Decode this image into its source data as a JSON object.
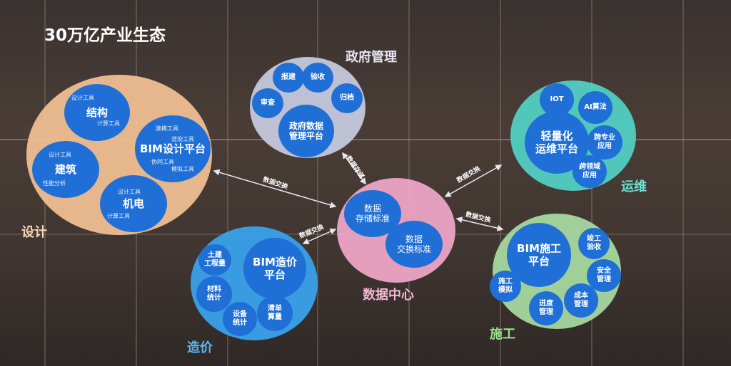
{
  "title": "30万亿产业生态",
  "clusters": {
    "design": {
      "label": "设计",
      "color": "#f4c194",
      "platform": "BIM设计平台",
      "platform_tools": [
        "建模工具",
        "协同工具",
        "模拟工具",
        "渲染工具"
      ],
      "nodes": [
        {
          "name": "结构",
          "tools": [
            "设计工具",
            "计算工具"
          ]
        },
        {
          "name": "建筑",
          "tools": [
            "设计工具",
            "性能分析"
          ]
        },
        {
          "name": "机电",
          "tools": [
            "设计工具",
            "计算工具"
          ]
        }
      ]
    },
    "government": {
      "label": "政府管理",
      "color": "#c9cde2",
      "platform": "政府数据\n管理平台",
      "nodes": [
        "报建",
        "验收",
        "归档",
        "审查"
      ]
    },
    "operations": {
      "label": "运维",
      "color": "#52d4c8",
      "platform": "轻量化\n运维平台",
      "nodes": [
        "IOT",
        "AI算法",
        "跨专业\n应用",
        "跨领域\n应用"
      ]
    },
    "construction": {
      "label": "施工",
      "color": "#a9dca2",
      "platform": "BIM施工\n平台",
      "nodes": [
        "竣工\n验收",
        "安全\n管理",
        "成本\n管理",
        "进度\n管理",
        "施工\n模拟"
      ]
    },
    "data_center": {
      "label": "数据中心",
      "color": "#f2a8ca",
      "nodes": [
        "数据\n存储标准",
        "数据\n交换标准"
      ]
    },
    "cost": {
      "label": "造价",
      "color": "#3aa2ea",
      "platform": "BIM造价\n平台",
      "nodes": [
        "土建\n工程量",
        "材料\n统计",
        "设备\n统计",
        "清单\n算量"
      ]
    }
  },
  "arrows": {
    "design_data": "数据交换",
    "gov_data": "数据存储",
    "ops_data": "数据交换",
    "construction_data": "数据交换",
    "cost_data": "数据交换"
  }
}
